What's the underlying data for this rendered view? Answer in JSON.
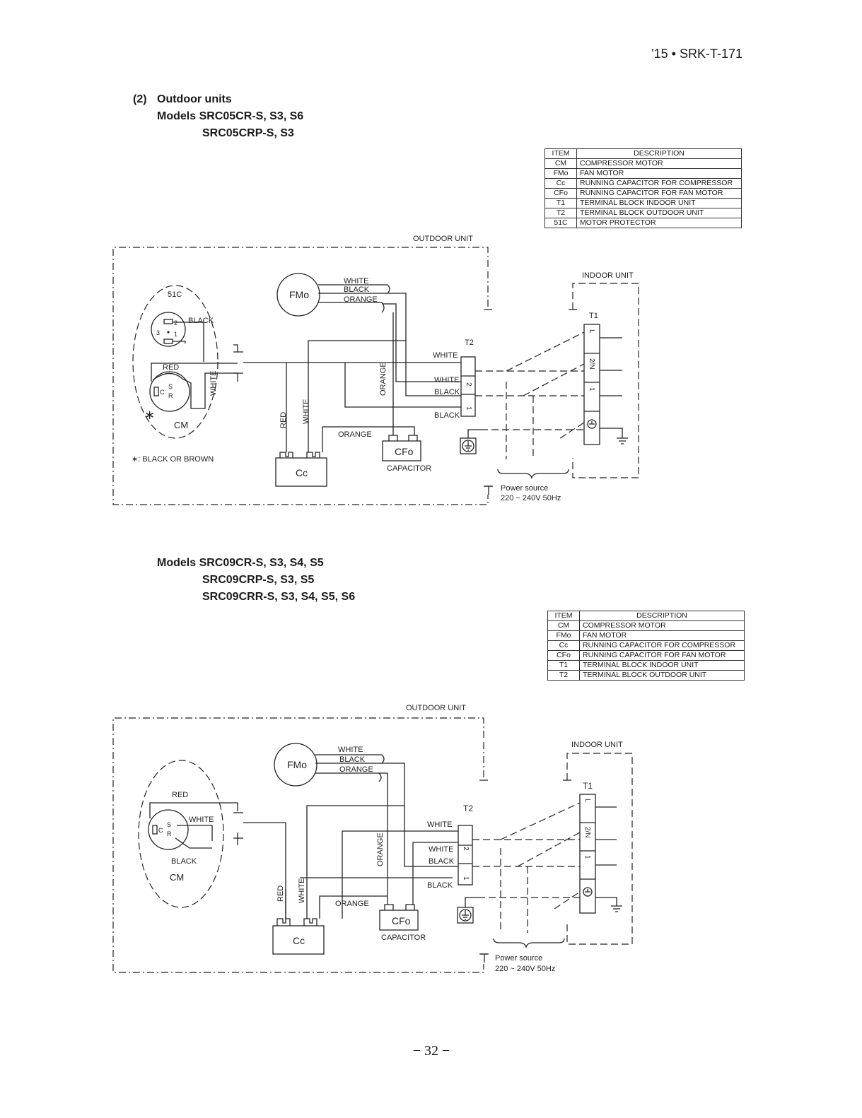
{
  "header": {
    "doc_id": "'15 • SRK-T-171"
  },
  "section": {
    "number": "(2)",
    "title": "Outdoor units",
    "models_a": [
      "Models SRC05CR-S, S3, S6",
      "SRC05CRP-S, S3"
    ],
    "models_b": [
      "Models SRC09CR-S, S3, S4, S5",
      "SRC09CRP-S, S3, S5",
      "SRC09CRR-S, S3, S4, S5, S6"
    ]
  },
  "legend_a": {
    "head": {
      "item": "ITEM",
      "desc": "DESCRIPTION"
    },
    "rows": [
      {
        "item": "CM",
        "desc": "COMPRESSOR  MOTOR"
      },
      {
        "item": "FMo",
        "desc": "FAN  MOTOR"
      },
      {
        "item": "Cc",
        "desc": "RUNNING  CAPACITOR  FOR COMPRESSOR"
      },
      {
        "item": "CFo",
        "desc": "RUNNING  CAPACITOR  FOR  FAN  MOTOR"
      },
      {
        "item": "T1",
        "desc": "TERMINAL  BLOCK  INDOOR UNIT"
      },
      {
        "item": "T2",
        "desc": "TERMINAL  BLOCK  OUTDOOR  UNIT"
      },
      {
        "item": "51C",
        "desc": "MOTOR  PROTECTOR"
      }
    ]
  },
  "legend_b": {
    "head": {
      "item": "ITEM",
      "desc": "DESCRIPTION"
    },
    "rows": [
      {
        "item": "CM",
        "desc": "COMPRESSOR  MOTOR"
      },
      {
        "item": "FMo",
        "desc": "FAN  MOTOR"
      },
      {
        "item": "Cc",
        "desc": "RUNNING  CAPACITOR  FOR COMPRESSOR"
      },
      {
        "item": "CFo",
        "desc": "RUNNING  CAPACITOR  FOR  FAN  MOTOR"
      },
      {
        "item": "T1",
        "desc": "TERMINAL  BLOCK  INDOOR UNIT"
      },
      {
        "item": "T2",
        "desc": "TERMINAL  BLOCK  OUTDOOR  UNIT"
      }
    ]
  },
  "diagram_a": {
    "outdoor_unit": "OUTDOOR UNIT",
    "indoor_unit": "INDOOR UNIT",
    "protector": "51C",
    "compressor": "CM",
    "fan_motor": "FMo",
    "comp_capacitor": "Cc",
    "fan_capacitor": "CFo",
    "capacitor": "CAPACITOR",
    "t1": "T1",
    "t2": "T2",
    "t1_terminals": [
      "L",
      "2/N",
      "1"
    ],
    "t2_terminals": [
      "2",
      "1"
    ],
    "protector_pins": [
      "2",
      "3",
      "1"
    ],
    "comp_pins": [
      "C",
      "S",
      "R"
    ],
    "star": "∗",
    "footnote": "∗: BLACK  OR  BROWN",
    "power_source": "Power source",
    "power_rating": "220 ~ 240V 50Hz",
    "wires": {
      "fan_white": "WHITE",
      "fan_black": "BLACK",
      "fan_orange": "ORANGE",
      "prot_black": "BLACK",
      "red": "RED",
      "comp_white": "WHITE",
      "t2_white_top": "WHITE",
      "t2_white": "WHITE",
      "t2_black": "BLACK",
      "t2_black_low": "BLACK",
      "orange_v": "ORANGE",
      "red_v": "RED",
      "white_v": "WHITE",
      "orange_h": "ORANGE"
    }
  },
  "diagram_b": {
    "outdoor_unit": "OUTDOOR UNIT",
    "indoor_unit": "INDOOR UNIT",
    "compressor": "CM",
    "fan_motor": "FMo",
    "comp_capacitor": "Cc",
    "fan_capacitor": "CFo",
    "capacitor": "CAPACITOR",
    "t1": "T1",
    "t2": "T2",
    "t1_terminals": [
      "L",
      "2/N",
      "1"
    ],
    "t2_terminals": [
      "2",
      "1"
    ],
    "comp_pins": [
      "C",
      "S",
      "R"
    ],
    "power_source": "Power source",
    "power_rating": "220 ~ 240V 50Hz",
    "wires": {
      "fan_white": "WHITE",
      "fan_black": "BLACK",
      "fan_orange": "ORANGE",
      "red": "RED",
      "comp_white": "WHITE",
      "comp_black": "BLACK",
      "t2_white_top": "WHITE",
      "t2_white": "WHITE",
      "t2_black": "BLACK",
      "t2_black_low": "BLACK",
      "orange_v": "ORANGE",
      "red_v": "RED",
      "white_v": "WHITE",
      "orange_h": "ORANGE"
    }
  },
  "page": {
    "number": "− 32 −"
  }
}
